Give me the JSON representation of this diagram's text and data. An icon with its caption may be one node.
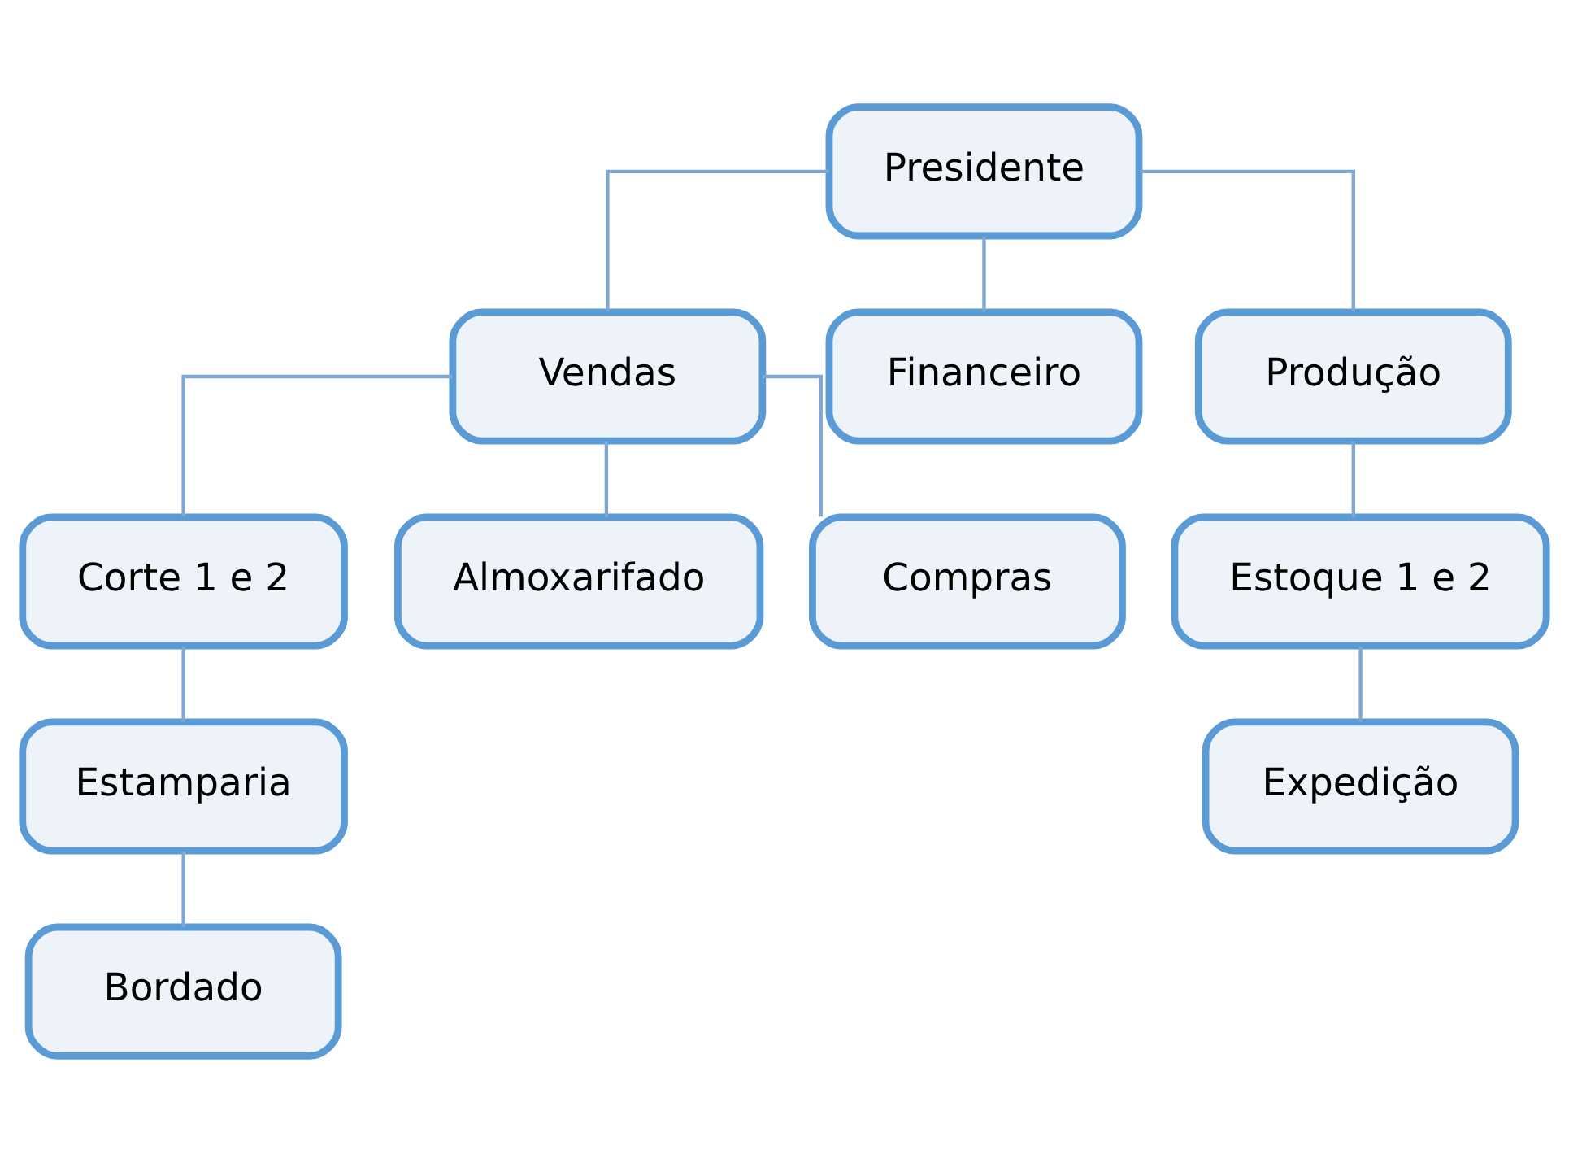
{
  "diagram": {
    "nodes": [
      {
        "text": [
          "Presidente"
        ]
      },
      {
        "text": [
          "Vendas"
        ]
      },
      {
        "text": [
          "Financeiro"
        ]
      },
      {
        "text": [
          "Produção"
        ]
      },
      {
        "text": [
          "Corte 1 e 2"
        ]
      },
      {
        "text": [
          "Almoxarifado"
        ]
      },
      {
        "text": [
          "Compras"
        ]
      },
      {
        "text": [
          "Estoque 1 e 2"
        ]
      },
      {
        "text": [
          "Estamparia"
        ]
      },
      {
        "text": [
          "Expedição"
        ]
      },
      {
        "text": [
          "Bordado"
        ]
      }
    ],
    "edges": [
      {
        "from": 0,
        "to": 1,
        "arrow": "none"
      },
      {
        "from": 0,
        "to": 2,
        "arrow": "none"
      },
      {
        "from": 0,
        "to": 3,
        "arrow": "none"
      },
      {
        "from": 1,
        "to": 4,
        "arrow": "none"
      },
      {
        "from": 1,
        "to": 5,
        "arrow": "none"
      },
      {
        "from": 1,
        "to": 6,
        "arrow": "none"
      },
      {
        "from": 3,
        "to": 7,
        "arrow": "none"
      },
      {
        "from": 4,
        "to": 8,
        "arrow": "none"
      },
      {
        "from": 7,
        "to": 9,
        "arrow": "none"
      },
      {
        "from": 8,
        "to": 10,
        "arrow": "none"
      }
    ]
  }
}
